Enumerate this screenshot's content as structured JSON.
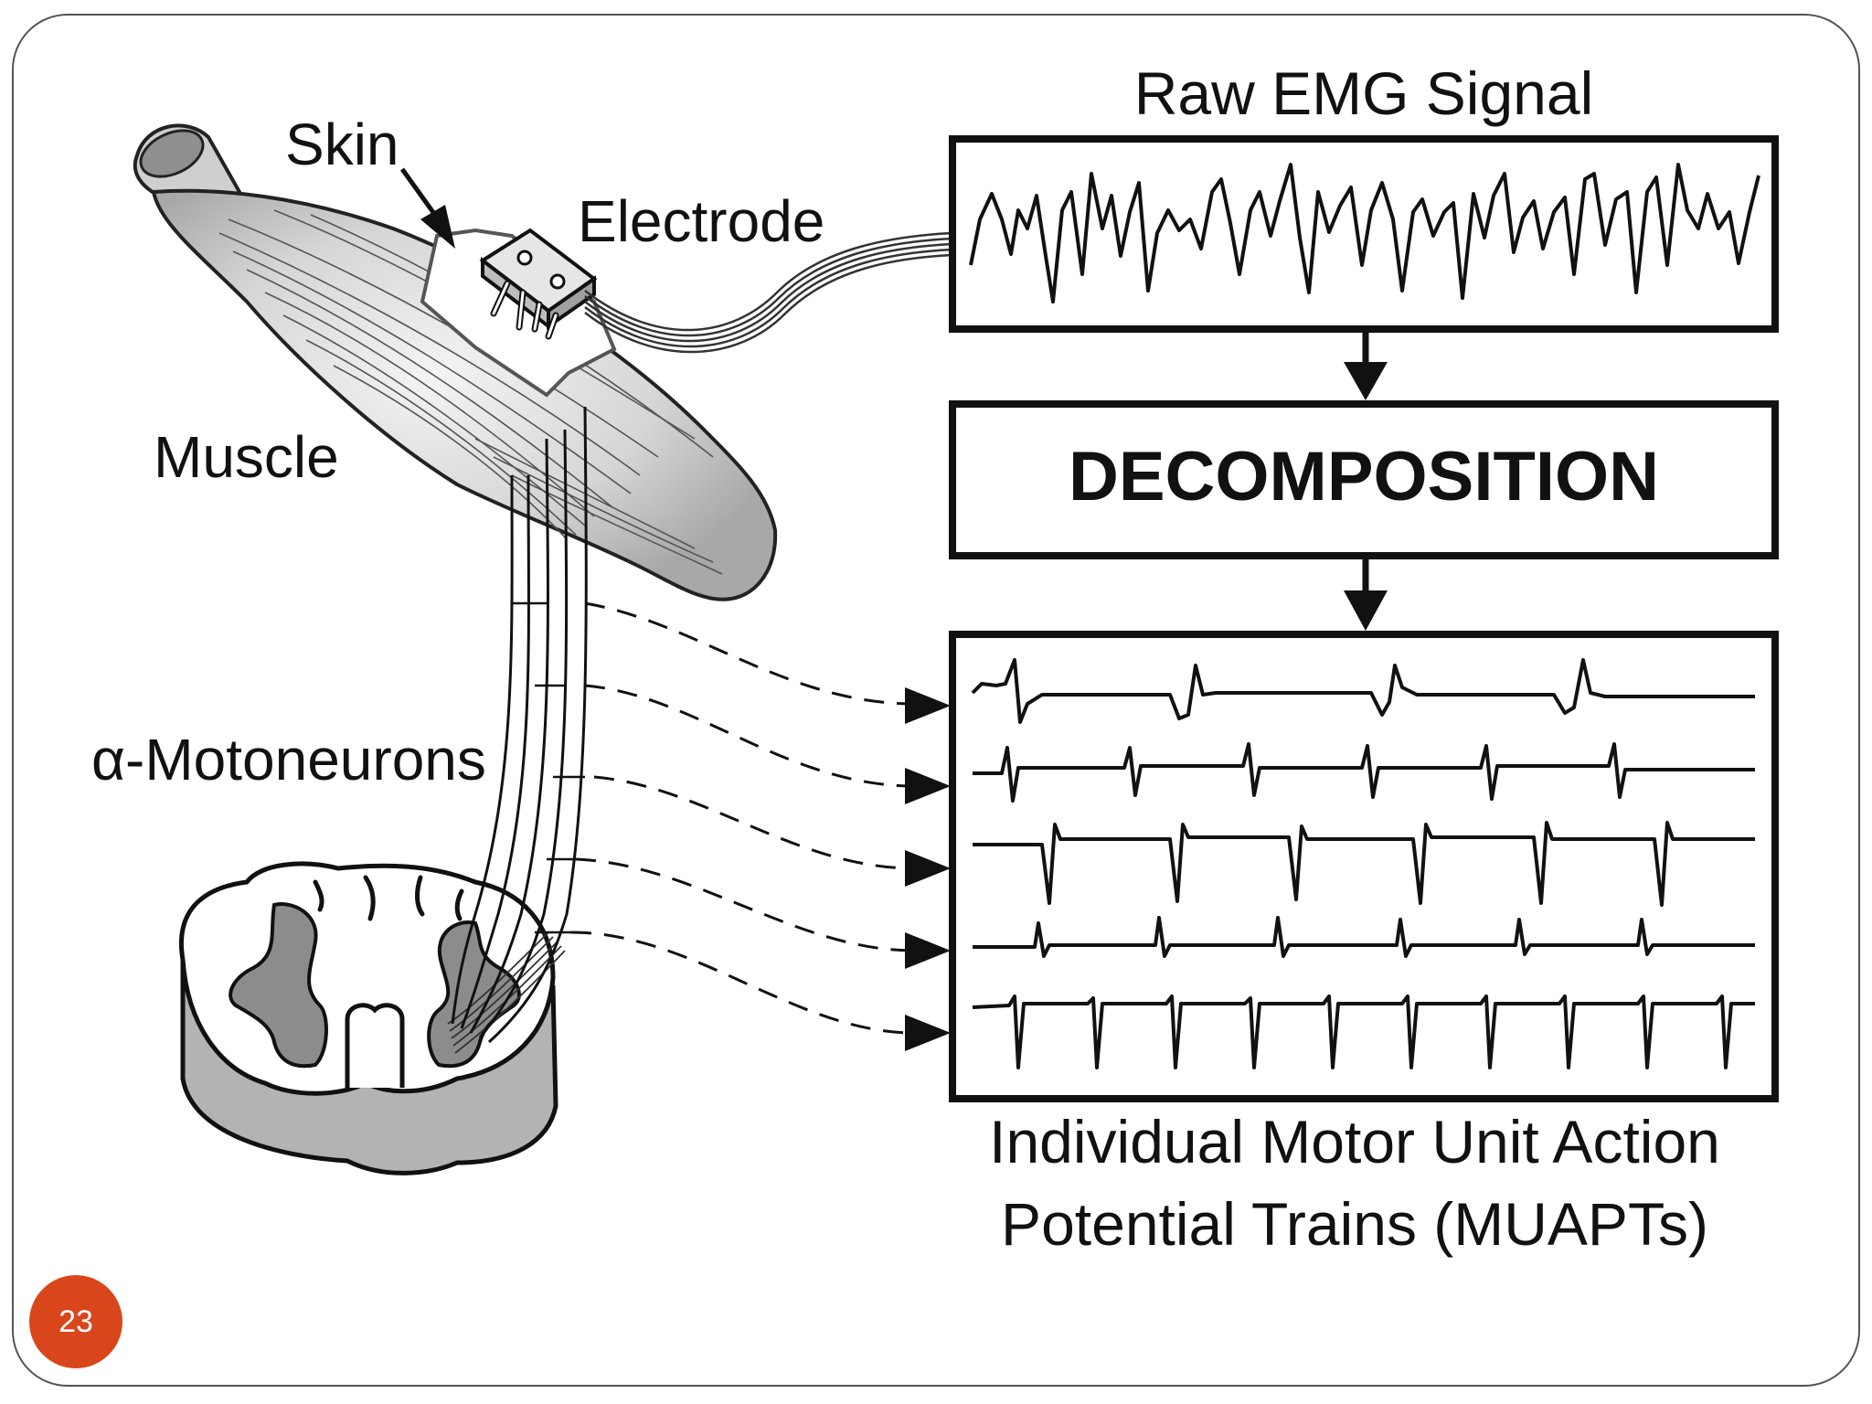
{
  "labels": {
    "skin": "Skin",
    "electrode": "Electrode",
    "muscle": "Muscle",
    "motoneurons_prefix": "α",
    "motoneurons": "-Motoneurons",
    "raw_emg": "Raw EMG Signal",
    "decomposition": "DECOMPOSITION",
    "muapt_line1": "Individual Motor Unit Action",
    "muapt_line2": "Potential Trains (MUAPTs)"
  },
  "slide": {
    "page_number": "23",
    "badge_color": "#d9461b",
    "frame_color": "#555555"
  }
}
